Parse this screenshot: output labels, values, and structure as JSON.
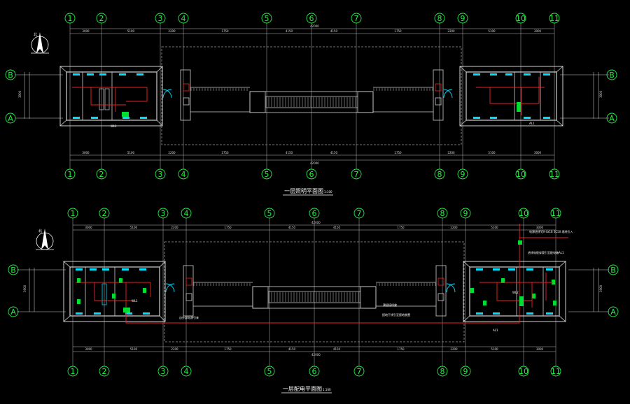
{
  "colors": {
    "background": "#000000",
    "grid_axis": "#22ee44",
    "wall": "#d0d0d0",
    "circuit": "#ee2222",
    "fixture": "#00e0ff",
    "device": "#00dd33",
    "dashed_outline": "#9a9a9a"
  },
  "icons": [
    "north-arrow-icon",
    "door-swing-icon",
    "light-fixture-icon",
    "distribution-box-icon"
  ],
  "upper_plan": {
    "title": "一层照明平面图",
    "scale": "1:100",
    "col_labels": [
      "1",
      "2",
      "3",
      "4",
      "5",
      "6",
      "7",
      "8",
      "9",
      "10",
      "11"
    ],
    "row_labels": [
      "B",
      "A"
    ],
    "top_dims": [
      "3000",
      "5100",
      "2200",
      "1750",
      "4150",
      "4150",
      "1750",
      "2200",
      "5100",
      "3000"
    ],
    "overall_dim": "42000",
    "side_dims": [
      "3900"
    ],
    "tags": [
      "WL1",
      "AL1"
    ]
  },
  "lower_plan": {
    "title": "一层配电平面图",
    "scale": "1:100",
    "col_labels": [
      "1",
      "2",
      "3",
      "4",
      "5",
      "6",
      "7",
      "8",
      "9",
      "10",
      "11"
    ],
    "row_labels": [
      "B",
      "A"
    ],
    "top_dims": [
      "3000",
      "5100",
      "2200",
      "1750",
      "4150",
      "4150",
      "1750",
      "2200",
      "5100",
      "3000"
    ],
    "overall_dim": "42000",
    "side_dims": [
      "3900"
    ],
    "tags": [
      "AL1",
      "WL1",
      "WL2"
    ],
    "notes": [
      "电源进线YJV-4x16 SC50 埋地引入",
      "进线电缆穿管引至配电箱AL1",
      "自外部电源引来",
      "预留接线盒",
      "接地干线引至接地装置"
    ]
  }
}
